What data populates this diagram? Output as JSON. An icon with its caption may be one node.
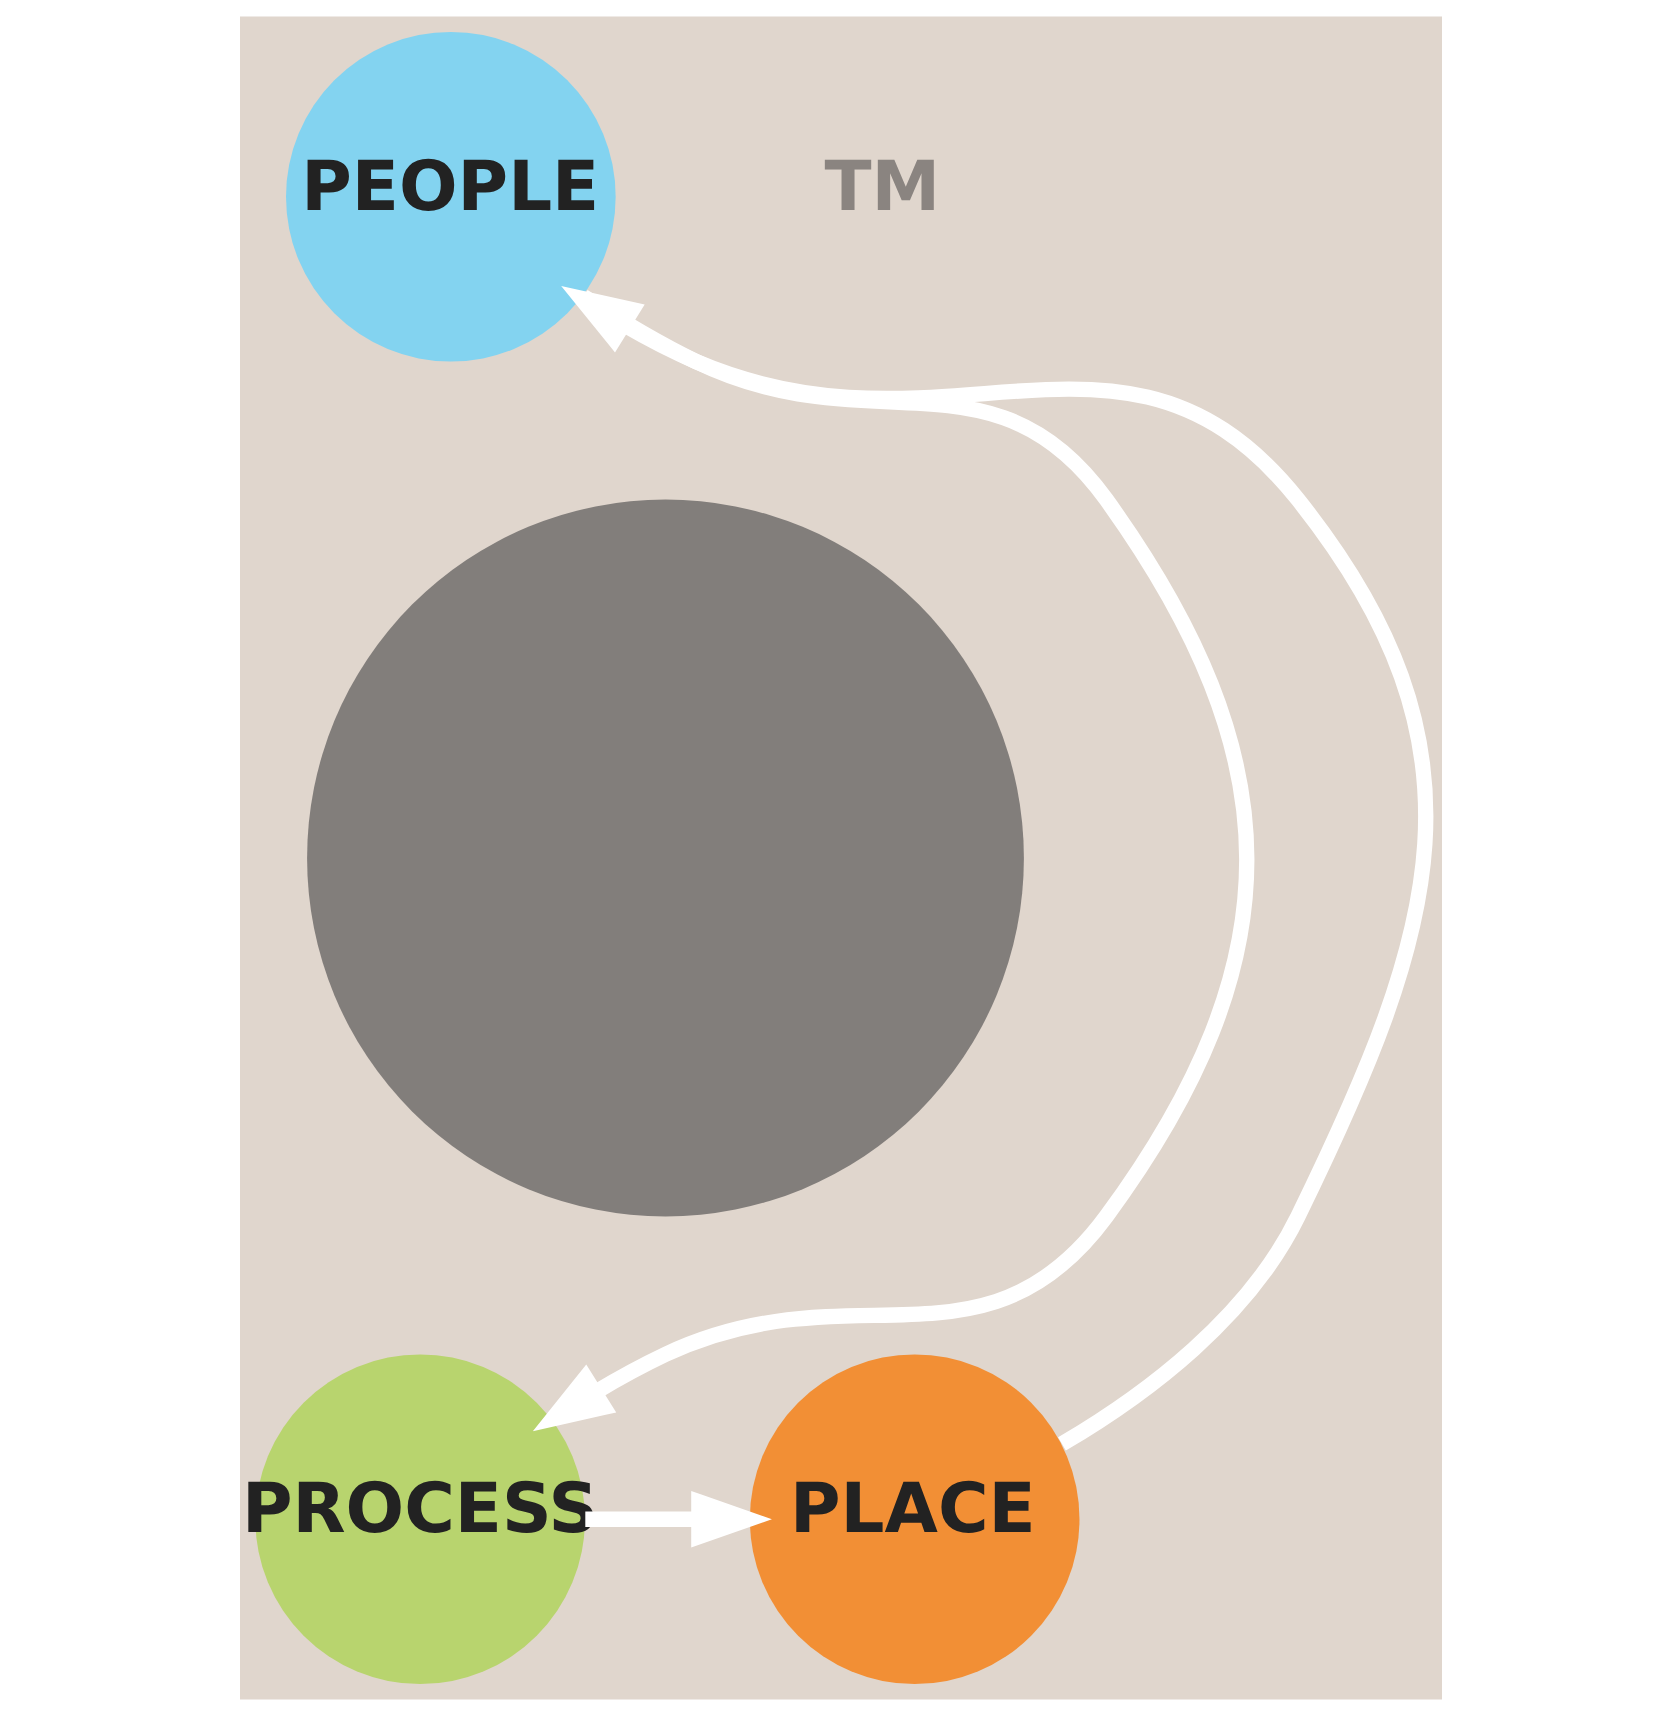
{
  "diagram": {
    "nodes": [
      {
        "text": [],
        "shape": "circle"
      },
      {
        "text": [
          "PEOPLE"
        ]
      },
      {
        "text": [
          "PROCESS"
        ]
      },
      {
        "text": [
          "PLACE"
        ]
      }
    ],
    "edges": [
      {
        "from": 1,
        "to": 2,
        "arrow": "to"
      },
      {
        "from": 2,
        "to": 3,
        "arrow": "to"
      },
      {
        "from": 3,
        "to": 1,
        "arrow": "to"
      }
    ],
    "labels": [
      "TM"
    ]
  }
}
